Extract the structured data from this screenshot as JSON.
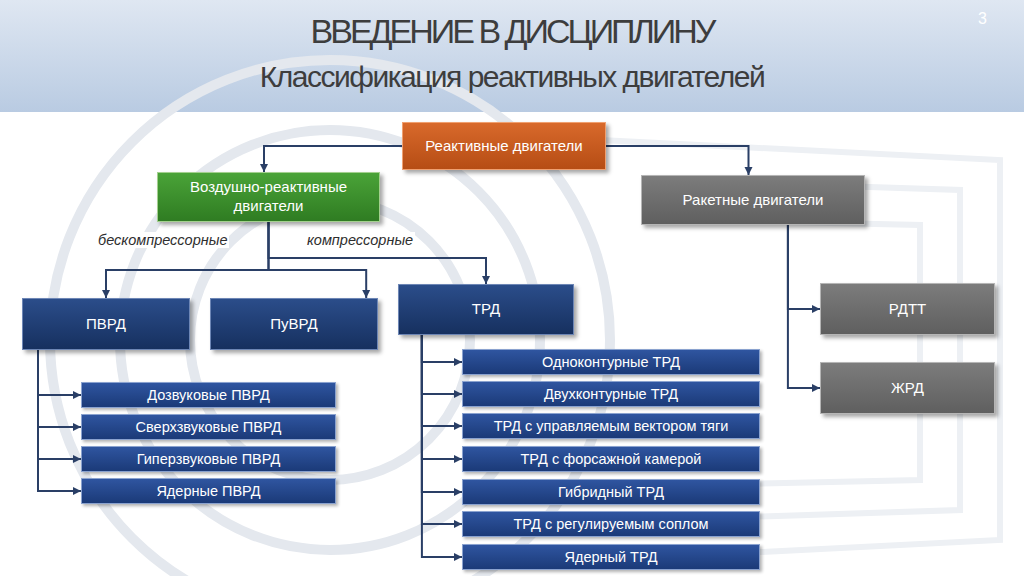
{
  "diagram": {
    "title": "ВВЕДЕНИЕ В ДИСЦИПЛИНУ",
    "nodes": [
      {
        "text": [
          "Реактивные двигатели"
        ]
      },
      {
        "text": [
          "Воздушно-реактивные двигатели"
        ]
      },
      {
        "text": [
          "Ракетные двигатели"
        ]
      },
      {
        "text": [
          "ПВРД"
        ]
      },
      {
        "text": [
          "ПуВРД"
        ]
      },
      {
        "text": [
          "ТРД"
        ]
      },
      {
        "text": [
          "РДТТ"
        ]
      },
      {
        "text": [
          "ЖРД"
        ]
      },
      {
        "text": [
          "Дозвуковые ПВРД"
        ]
      },
      {
        "text": [
          "Сверхзвуковые ПВРД"
        ]
      },
      {
        "text": [
          "Гиперзвуковые ПВРД"
        ]
      },
      {
        "text": [
          "Ядерные ПВРД"
        ]
      },
      {
        "text": [
          "Одноконтурные ТРД"
        ]
      },
      {
        "text": [
          "Двухконтурные ТРД"
        ]
      },
      {
        "text": [
          "ТРД с управляемым вектором тяги"
        ]
      },
      {
        "text": [
          "ТРД с форсажной камерой"
        ]
      },
      {
        "text": [
          "Гибридный ТРД"
        ]
      },
      {
        "text": [
          "ТРД с регулируемым соплом"
        ]
      },
      {
        "text": [
          "Ядерный ТРД"
        ]
      }
    ],
    "edges": [
      {
        "from": 0,
        "to": 1,
        "arrow": "to"
      },
      {
        "from": 0,
        "to": 2,
        "arrow": "to"
      },
      {
        "from": 1,
        "to": 3,
        "label": "бескомпрессорные",
        "arrow": "to"
      },
      {
        "from": 1,
        "to": 4,
        "arrow": "to"
      },
      {
        "from": 1,
        "to": 5,
        "label": "компрессорные",
        "arrow": "to"
      },
      {
        "from": 2,
        "to": 6,
        "arrow": "to"
      },
      {
        "from": 2,
        "to": 7,
        "arrow": "to"
      },
      {
        "from": 3,
        "to": 8,
        "arrow": "to"
      },
      {
        "from": 3,
        "to": 9,
        "arrow": "to"
      },
      {
        "from": 3,
        "to": 10,
        "arrow": "to"
      },
      {
        "from": 3,
        "to": 11,
        "arrow": "to"
      },
      {
        "from": 5,
        "to": 12,
        "arrow": "to"
      },
      {
        "from": 5,
        "to": 13,
        "arrow": "to"
      },
      {
        "from": 5,
        "to": 14,
        "arrow": "to"
      },
      {
        "from": 5,
        "to": 15,
        "arrow": "to"
      },
      {
        "from": 5,
        "to": 16,
        "arrow": "to"
      },
      {
        "from": 5,
        "to": 17,
        "arrow": "to"
      },
      {
        "from": 5,
        "to": 18,
        "arrow": "to"
      }
    ],
    "labels": [
      "Классификация реактивных двигателей",
      "3"
    ]
  }
}
